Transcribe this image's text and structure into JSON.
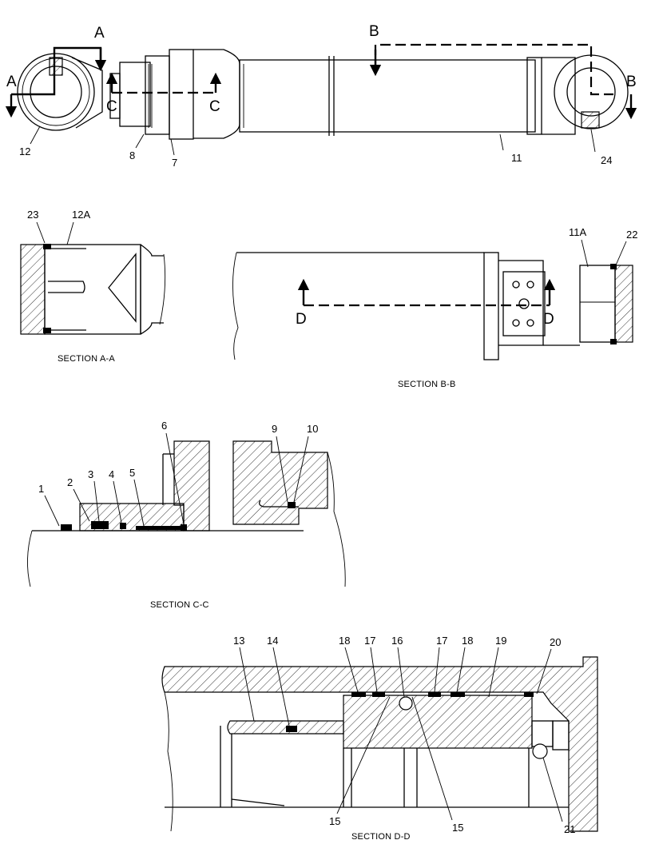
{
  "sections": {
    "aa": "SECTION A-A",
    "bb": "SECTION B-B",
    "cc": "SECTION C-C",
    "dd": "SECTION D-D"
  },
  "cut_letters": {
    "a": "A",
    "b": "B",
    "c": "C",
    "d": "D"
  },
  "callouts": {
    "p1": "1",
    "p2": "2",
    "p3": "3",
    "p4": "4",
    "p5": "5",
    "p6": "6",
    "p7": "7",
    "p8": "8",
    "p9": "9",
    "p10": "10",
    "p11": "11",
    "p11a": "11A",
    "p12": "12",
    "p12a": "12A",
    "p13": "13",
    "p14": "14",
    "p15": "15",
    "p16": "16",
    "p17": "17",
    "p18": "18",
    "p19": "19",
    "p20": "20",
    "p21": "21",
    "p22": "22",
    "p23": "23",
    "p24": "24"
  }
}
